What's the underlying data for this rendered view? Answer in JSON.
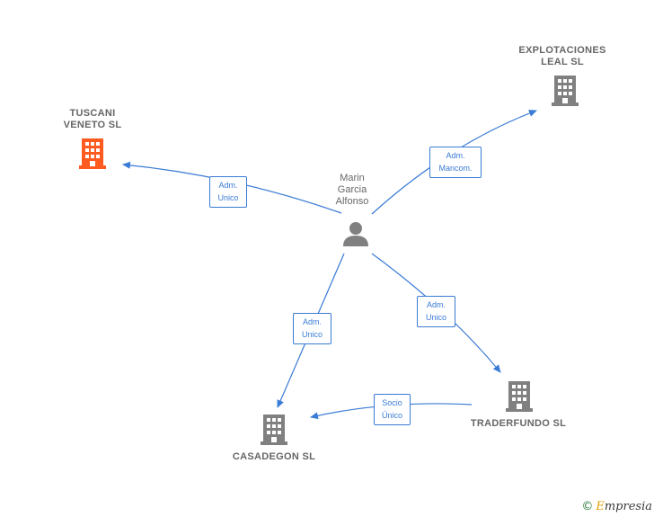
{
  "nodes": {
    "tuscani": {
      "label": "TUSCANI\nVENETO SL",
      "color": "#ff5a1f"
    },
    "explotaciones": {
      "label": "EXPLOTACIONES\nLEAL SL",
      "color": "#808080"
    },
    "person": {
      "label": "Marin\nGarcia\nAlfonso",
      "color": "#808080"
    },
    "casadegon": {
      "label": "CASADEGON SL",
      "color": "#808080"
    },
    "traderfundo": {
      "label": "TRADERFUNDO SL",
      "color": "#808080"
    }
  },
  "relations": {
    "to_tuscani": "Adm.\nUnico",
    "to_explotaciones": "Adm.\nMancom.",
    "to_casadegon": "Adm.\nUnico",
    "to_traderfundo": "Adm.\nUnico",
    "traderfundo_to_casadegon": "Socio\nÚnico"
  },
  "edge_color": "#3a7bd5",
  "footer": {
    "copyright": "©",
    "brand_initial": "E",
    "brand_rest": "mpresia"
  }
}
